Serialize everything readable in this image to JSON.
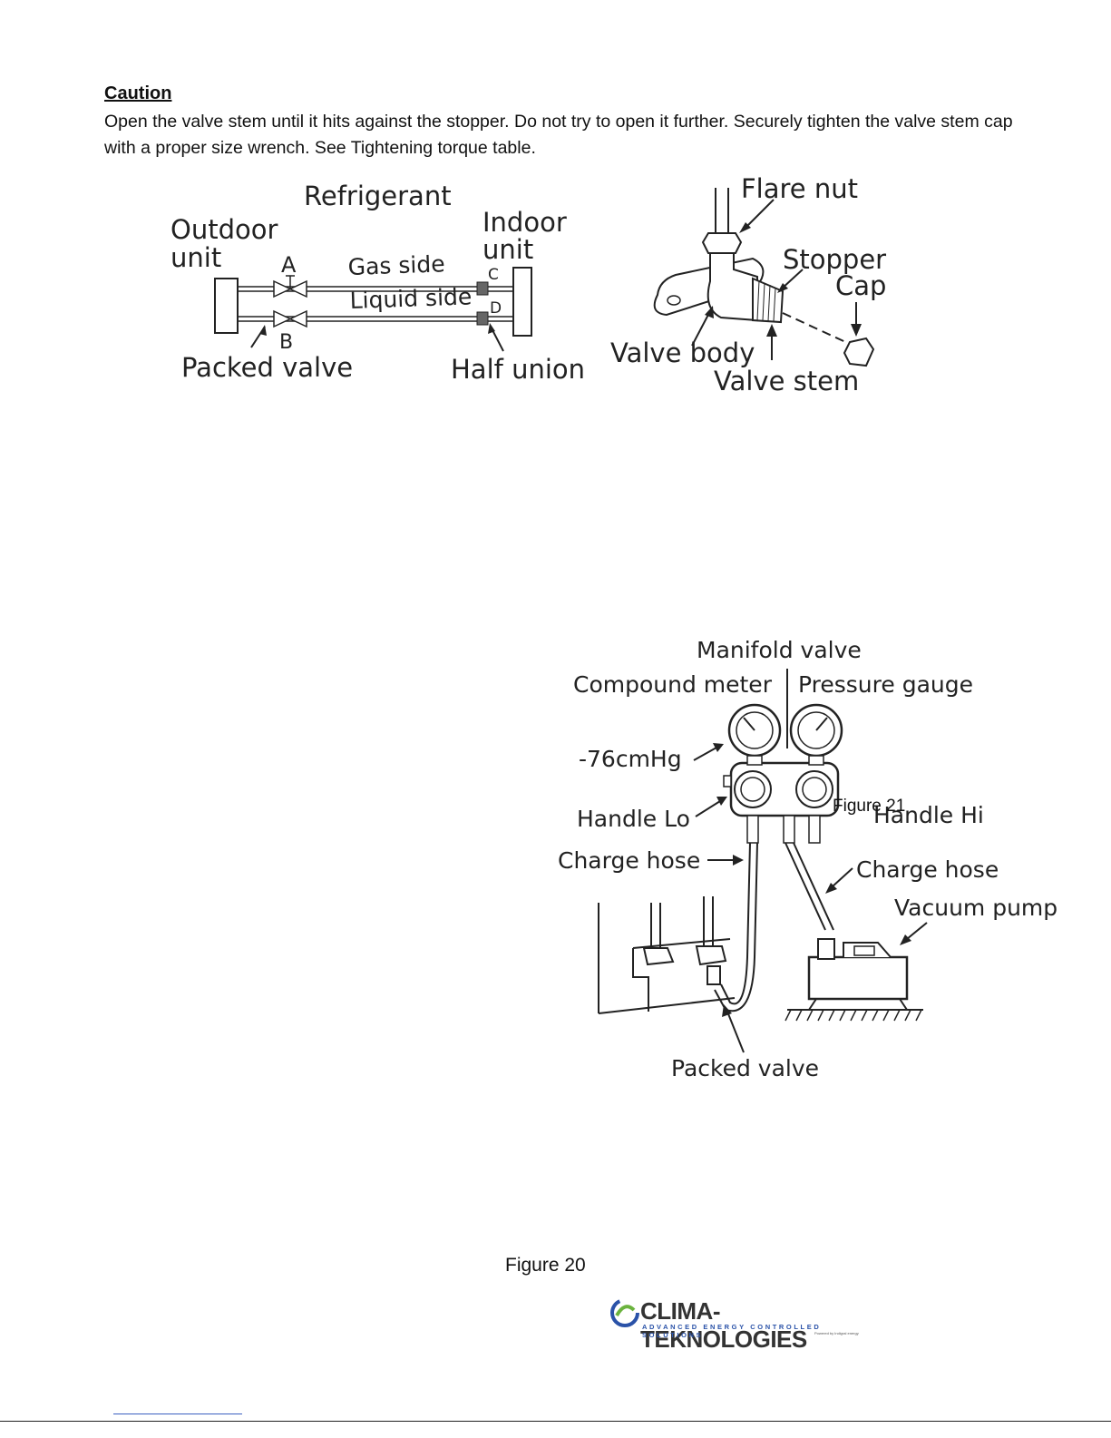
{
  "caution": {
    "title": "Caution",
    "body": "Open the valve stem until it hits against the stopper. Do not try to open it further. Securely tighten the valve stem cap with a  proper size wrench. See Tightening torque table."
  },
  "figure20": {
    "caption": "Figure 20",
    "left": {
      "refrigerant": "Refrigerant",
      "outdoor_line1": "Outdoor",
      "outdoor_line2": "unit",
      "indoor_line1": "Indoor",
      "indoor_line2": "unit",
      "gas_side": "Gas side",
      "liquid_side": "Liquid side",
      "a": "A",
      "b": "B",
      "c": "C",
      "d": "D",
      "packed_valve": "Packed valve",
      "half_union": "Half union"
    },
    "right": {
      "flare_nut": "Flare nut",
      "stopper": "Stopper",
      "cap": "Cap",
      "valve_body": "Valve body",
      "valve_stem": "Valve stem"
    }
  },
  "figure21": {
    "caption": "Figure 21",
    "manifold_valve": "Manifold valve",
    "compound_meter": "Compound meter",
    "pressure_gauge": "Pressure gauge",
    "vacuum_reading": "-76cmHg",
    "handle_lo": "Handle Lo",
    "handle_hi": "Handle Hi",
    "charge_hose_left": "Charge hose",
    "charge_hose_right": "Charge hose",
    "vacuum_pump": "Vacuum pump",
    "packed_valve": "Packed valve"
  },
  "logo": {
    "name": "CLIMA-TEKNOLOGIES",
    "tagline": "ADVANCED ENERGY CONTROLLED SOLUTIONS",
    "powered": "Powered by Indigral energy",
    "colors": {
      "brand_blue": "#2a52a8",
      "brand_green": "#6bb33e",
      "brand_dark": "#333333"
    }
  }
}
